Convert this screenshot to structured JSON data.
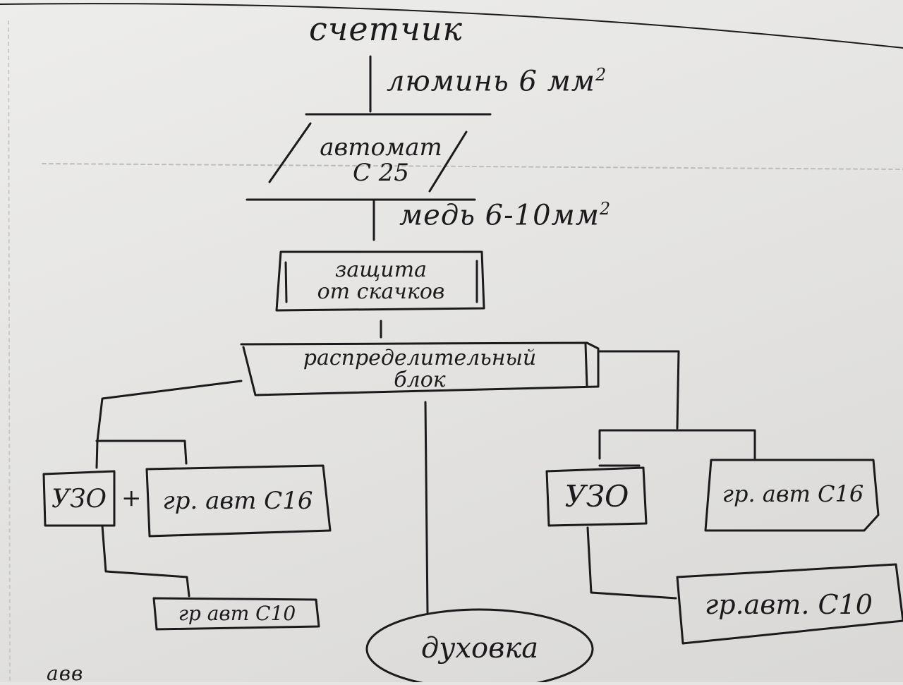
{
  "nodes": {
    "meter": "счетчик",
    "breaker": {
      "line1": "автомат",
      "line2": "С 25"
    },
    "surge_protection": {
      "line1": "защита",
      "line2": "от скачков"
    },
    "distribution_block": {
      "line1": "распределительный",
      "line2": "блок"
    },
    "rcd_left": "УЗО",
    "plus": "+",
    "group_breaker_c16_left": "гр. авт С16",
    "group_breaker_c10_left": "гр авт С10",
    "oven": "духовка",
    "rcd_right": "УЗО",
    "group_breaker_c16_right": "гр. авт С16",
    "group_breaker_c10_right": "гр.авт. С10"
  },
  "wire_labels": {
    "aluminium": {
      "text": "люминь 6 мм",
      "power": "2"
    },
    "copper": {
      "text": "медь 6-10мм",
      "power": "2"
    }
  },
  "corner_text": "авв",
  "colors": {
    "ink": "#1b1b1d",
    "paper": "#e6e5e3"
  }
}
